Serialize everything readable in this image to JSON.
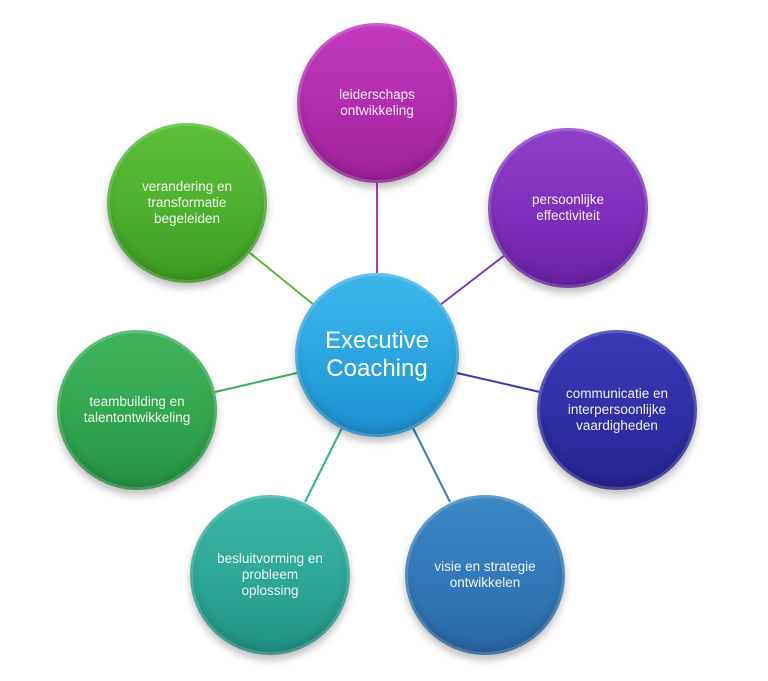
{
  "diagram": {
    "type": "hub-and-spoke",
    "center": {
      "label_line1": "Executive",
      "label_line2": "Coaching",
      "color_top": "#3fb6ec",
      "color_bottom": "#1e8fd0"
    },
    "nodes": [
      {
        "id": "leiderschap",
        "lines": [
          "leiderschaps",
          "ontwikkeling"
        ],
        "color_top": "#c23bc0",
        "color_bottom": "#a2239f"
      },
      {
        "id": "effectiviteit",
        "lines": [
          "persoonlijke",
          "effectiviteit"
        ],
        "color_top": "#8e3fc9",
        "color_bottom": "#6f22ab"
      },
      {
        "id": "communicatie",
        "lines": [
          "communicatie en",
          "interpersoonlijke",
          "vaardigheden"
        ],
        "color_top": "#3a3bb5",
        "color_bottom": "#2a2494"
      },
      {
        "id": "visie",
        "lines": [
          "visie en strategie",
          "ontwikkelen"
        ],
        "color_top": "#3d88c6",
        "color_bottom": "#2a6aa8"
      },
      {
        "id": "besluitvorming",
        "lines": [
          "besluitvorming en",
          "probleem",
          "oplossing"
        ],
        "color_top": "#3bb6a4",
        "color_bottom": "#239686"
      },
      {
        "id": "teambuilding",
        "lines": [
          "teambuilding en",
          "talentontwikkeling"
        ],
        "color_top": "#3fb45c",
        "color_bottom": "#2a9a45"
      },
      {
        "id": "verandering",
        "lines": [
          "verandering en",
          "transformatie",
          "begeleiden"
        ],
        "color_top": "#5cbf3a",
        "color_bottom": "#3fa024"
      }
    ],
    "connector_colors": [
      "#b23ab0",
      "#7a3bbf",
      "#3b3bb0",
      "#3a7cbd",
      "#3aae9e",
      "#3aaf5a",
      "#5cb83a"
    ]
  }
}
